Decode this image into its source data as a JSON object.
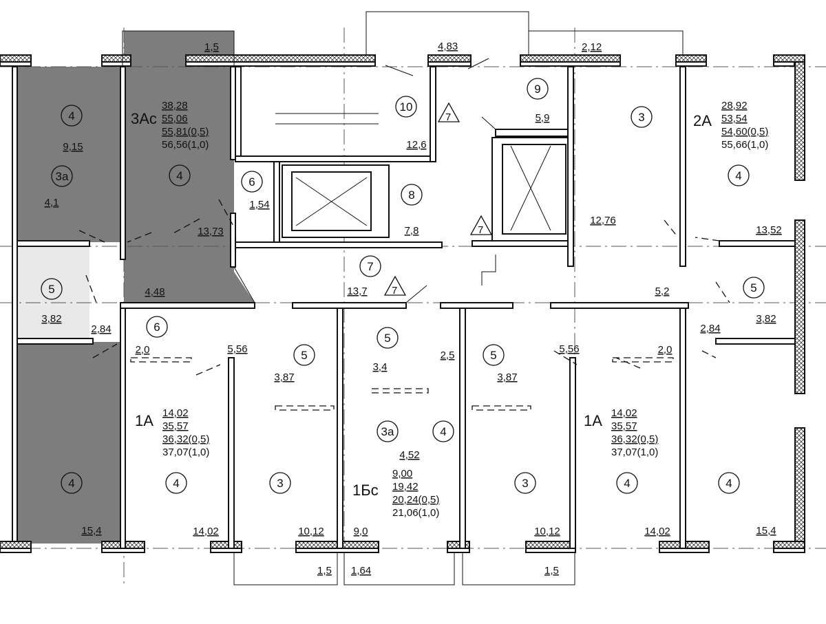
{
  "top_dims": [
    "1,5",
    "4,83",
    "2,12"
  ],
  "bottom_dims": [
    "1,5",
    "1,64",
    "1,5"
  ],
  "apartments": {
    "a3ac": {
      "name": "3Ас",
      "areas": [
        "38,28",
        "55,06",
        "55,81(0,5)",
        "56,56(1,0)"
      ]
    },
    "a2a": {
      "name": "2А",
      "areas": [
        "28,92",
        "53,54",
        "54,60(0,5)",
        "55,66(1,0)"
      ]
    },
    "a1a_left": {
      "name": "1А",
      "areas": [
        "14,02",
        "35,57",
        "36,32(0,5)",
        "37,07(1,0)"
      ]
    },
    "a1bs": {
      "name": "1Бс",
      "areas": [
        "9,00",
        "19,42",
        "20,24(0,5)",
        "21,06(1,0)"
      ]
    },
    "a1a_right": {
      "name": "1А",
      "areas": [
        "14,02",
        "35,57",
        "36,32(0,5)",
        "37,07(1,0)"
      ]
    }
  },
  "room_numbers": {
    "r4a": "4",
    "r3a_left": "3а",
    "r5_left": "5",
    "r4b": "4",
    "r4_3ac": "4",
    "r10": "10",
    "r6_core": "6",
    "r8": "8",
    "r7": "7",
    "r9": "9",
    "r3_2a": "3",
    "r4_2a": "4",
    "r5_2a": "5",
    "r6_1a": "6",
    "r4_1a": "4",
    "r3_1a": "3",
    "r5_1a": "5",
    "r5_1bs": "5",
    "r3a_1bs": "3а",
    "r4_1bs": "4",
    "r5_1ar": "5",
    "r3_1ar": "3",
    "r4_1ar": "4",
    "r4_right": "4",
    "tri1": "7",
    "tri2": "7",
    "tri3": "7"
  },
  "room_areas": {
    "a915": "9,15",
    "a41": "4,1",
    "a382l": "3,82",
    "a284l": "2,84",
    "a154l": "15,4",
    "a1373": "13,73",
    "a448": "4,48",
    "a126": "12,6",
    "a154c": "1,54",
    "a78": "7,8",
    "a137": "13,7",
    "a59": "5,9",
    "a1276": "12,76",
    "a1352": "13,52",
    "a52": "5,2",
    "a382r": "3,82",
    "a284r": "2,84",
    "a20l": "2,0",
    "a556l": "5,56",
    "a1402l": "14,02",
    "a387l": "3,87",
    "a1012l": "10,12",
    "a90": "9,0",
    "a34": "3,4",
    "a25": "2,5",
    "a452": "4,52",
    "a387r": "3,87",
    "a556r": "5,56",
    "a20r": "2,0",
    "a1012r": "10,12",
    "a1402r": "14,02",
    "a154r": "15,4"
  }
}
